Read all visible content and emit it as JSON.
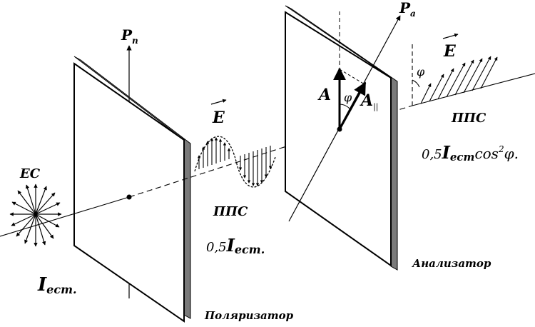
{
  "labels": {
    "natural_light": "ЕС",
    "intensity_natural_main": "I",
    "intensity_natural_sub": "ест.",
    "polarizer_axis_main": "P",
    "polarizer_axis_sub": "п",
    "field_vector_left": "E",
    "plane_polarized_left": "ППС",
    "half_intensity_coef": "0,5",
    "half_intensity_main": "I",
    "half_intensity_sub": "ест.",
    "polarizer_name": "Поляризатор",
    "analyzer_axis_main": "P",
    "analyzer_axis_sub": "а",
    "amplitude_A": "A",
    "amplitude_parallel_main": "A",
    "amplitude_parallel_sub": "||",
    "angle_phi": "φ",
    "field_vector_right": "E",
    "plane_polarized_right": "ППС",
    "out_coef": "0,5",
    "out_I": "I",
    "out_I_sub": "ест",
    "out_cos": "cos",
    "out_cos_exp": "2",
    "out_phi": "φ.",
    "analyzer_name": "Анализатор"
  }
}
